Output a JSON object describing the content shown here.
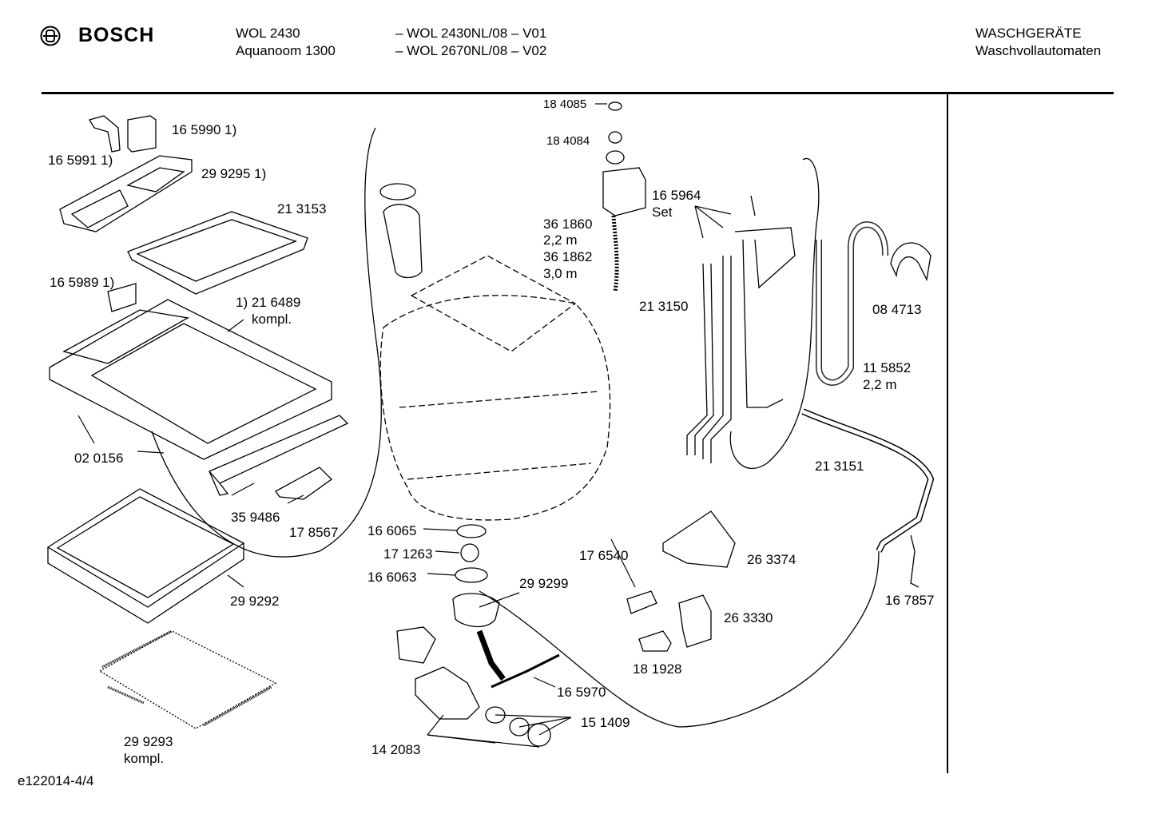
{
  "header": {
    "brand": "BOSCH",
    "model_line1": "WOL 2430",
    "model_line2": "Aquanoom 1300",
    "variant_line1": "– WOL 2430NL/08 – V01",
    "variant_line2": "– WOL 2670NL/08 – V02",
    "category_line1": "WASCHGERÄTE",
    "category_line2": "Waschvollautomaten"
  },
  "parts": {
    "p165990": "16 5990 1)",
    "p165991": "16 5991 1)",
    "p299295": "29 9295 1)",
    "p213153": "21 3153",
    "p165989": "16 5989 1)",
    "p216489a": "1) 21 6489",
    "p216489b": "kompl.",
    "p020156": "02 0156",
    "p359486": "35 9486",
    "p178567": "17 8567",
    "p299292": "29 9292",
    "p299293a": "29 9293",
    "p299293b": "kompl.",
    "p184085": "18 4085",
    "p184084": "18 4084",
    "p361860a": "36 1860",
    "p361860b": "2,2 m",
    "p361862a": "36 1862",
    "p361862b": "3,0 m",
    "p165964a": "16 5964",
    "p165964b": "Set",
    "p213150": "21 3150",
    "p084713": "08 4713",
    "p115852a": "11 5852",
    "p115852b": "2,2 m",
    "p213151": "21 3151",
    "p166065": "16 6065",
    "p171263": "17 1263",
    "p166063": "16 6063",
    "p299299": "29 9299",
    "p176540": "17 6540",
    "p263374": "26 3374",
    "p263330": "26 3330",
    "p181928": "18 1928",
    "p167857": "16 7857",
    "p165970": "16 5970",
    "p151409": "15 1409",
    "p142083": "14 2083"
  },
  "footer": {
    "code": "e122014-4/4"
  }
}
